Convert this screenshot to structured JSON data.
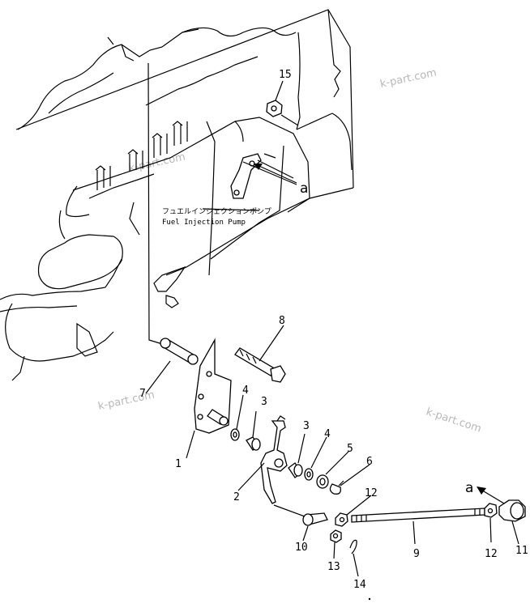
{
  "labels": {
    "pump_jp": "フュエルインジェクションポンプ",
    "pump_en": "Fuel  Injection  Pump",
    "view_a_upper": "a",
    "view_a_lower": "a"
  },
  "callouts": {
    "c1": "1",
    "c2": "2",
    "c3a": "3",
    "c3b": "3",
    "c4a": "4",
    "c4b": "4",
    "c5": "5",
    "c6": "6",
    "c7": "7",
    "c8": "8",
    "c9": "9",
    "c10": "10",
    "c11": "11",
    "c12a": "12",
    "c12b": "12",
    "c13": "13",
    "c14": "14",
    "c15": "15"
  },
  "watermarks": {
    "w1": "k-part.com",
    "w2": "k-part.com",
    "w3": "k-part.com",
    "w4": "k-part.com"
  }
}
